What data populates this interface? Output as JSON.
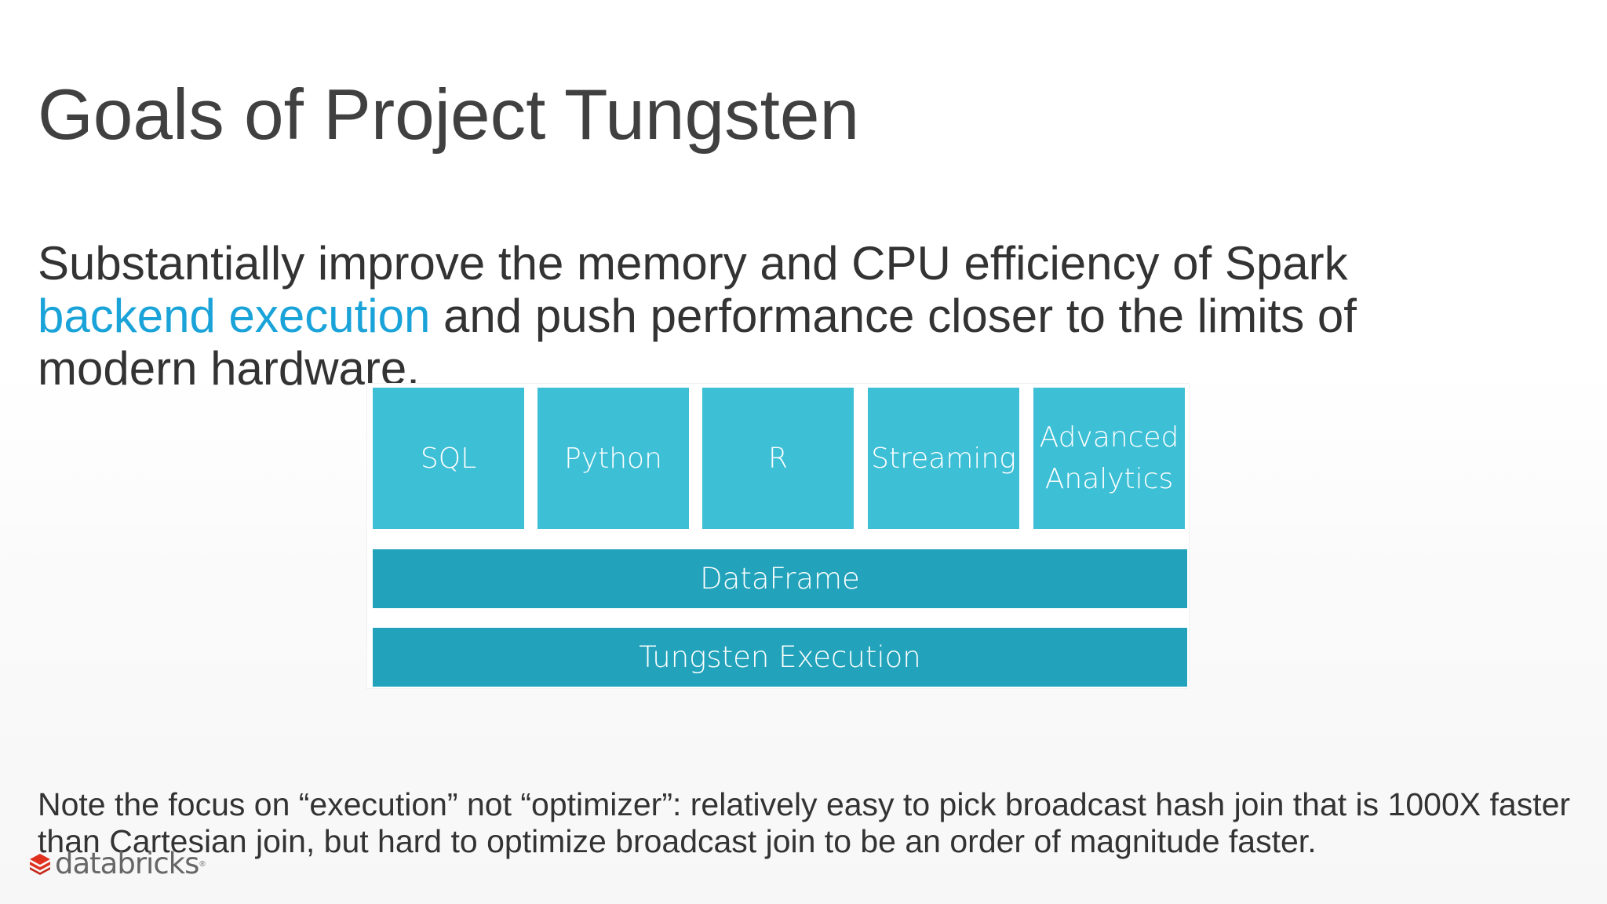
{
  "slide": {
    "title": "Goals of Project Tungsten",
    "body": {
      "line1": "Substantially improve the memory and CPU efficiency of Spark",
      "highlight": "backend execution",
      "line2_rest": " and push performance closer to the limits of",
      "line3": "modern hardware."
    },
    "diagram": {
      "languages": [
        {
          "label": "SQL"
        },
        {
          "label": "Python"
        },
        {
          "label": "R"
        },
        {
          "label": "Streaming"
        },
        {
          "label": "Advanced\nAnalytics"
        }
      ],
      "dataframe_label": "DataFrame",
      "execution_label": "Tungsten Execution"
    },
    "note": "Note the focus on “execution” not “optimizer”: relatively easy to pick broadcast hash join that is 1000X faster than Cartesian join, but hard to optimize broadcast join to be an order of magnitude faster.",
    "logo": {
      "text": "databricks",
      "trademark": "®",
      "icon": "databricks-logo-icon"
    }
  },
  "colors": {
    "title": "#404040",
    "text": "#333333",
    "accent": "#1aa3d9",
    "box_light": "#3dbfd6",
    "box_dark": "#22a3bb",
    "logo_red": "#e0301e"
  }
}
